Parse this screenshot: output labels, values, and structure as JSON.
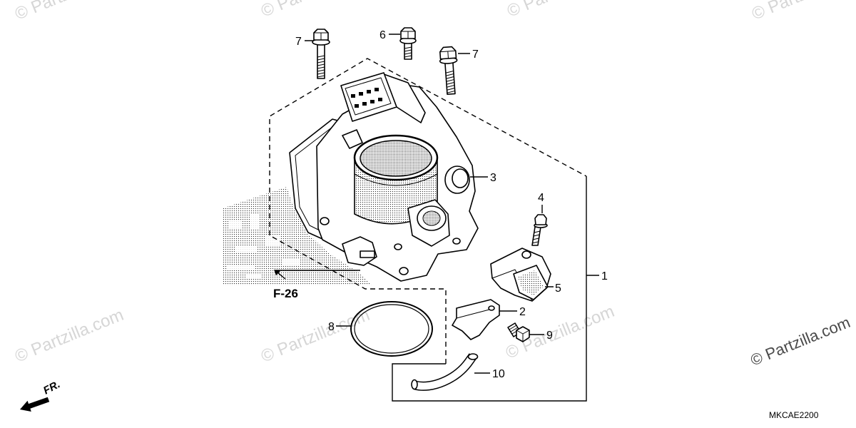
{
  "diagram": {
    "callouts": [
      "7",
      "6",
      "7",
      "3",
      "4",
      "5",
      "1",
      "2",
      "9",
      "8",
      "10"
    ],
    "reference_label": "F-26",
    "front_label": "FR.",
    "diagram_code": "MKCAE2200"
  },
  "watermark": {
    "text": "© Partzilla.com",
    "light_color": "#d6d6d6",
    "dark_color": "#4a4a4a"
  }
}
